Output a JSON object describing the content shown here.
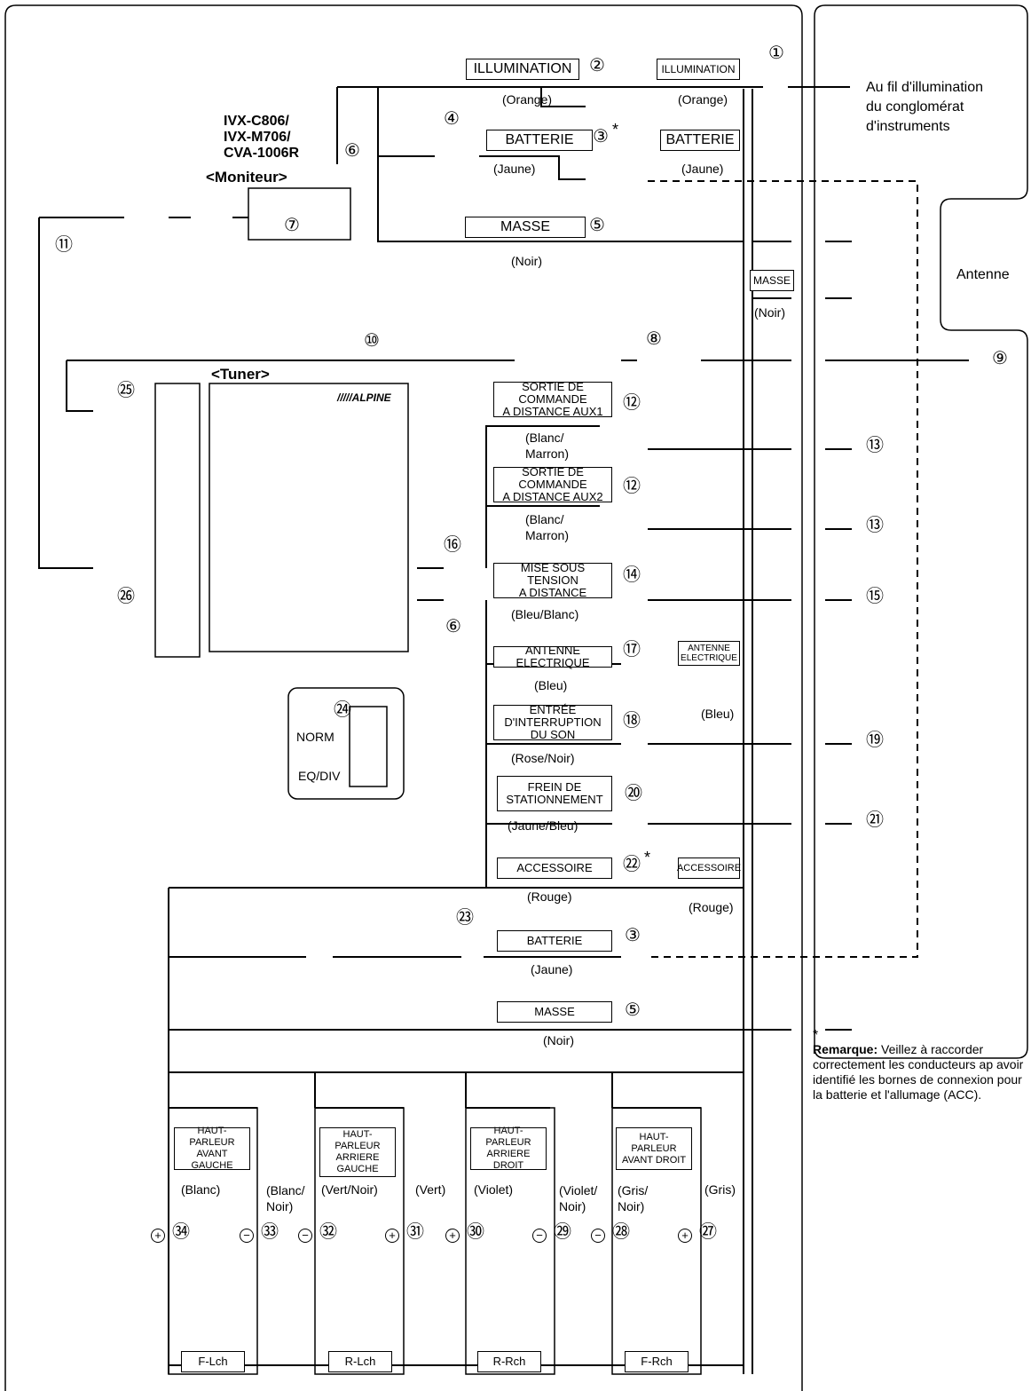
{
  "monitor": {
    "models": "IVX-C806/\nIVX-M706/\nCVA-1006R",
    "label": "<Moniteur>"
  },
  "tuner": {
    "label": "<Tuner>",
    "brand": "/////ALPINE"
  },
  "antenna": {
    "label": "Antenne"
  },
  "illumination_target": "Au fil d'illumination\ndu conglomérat\nd'instruments",
  "labels": {
    "illumination": "ILLUMINATION",
    "batterie": "BATTERIE",
    "masse": "MASSE",
    "aux1": "SORTIE DE COMMANDE\nA DISTANCE AUX1",
    "aux2": "SORTIE DE COMMANDE\nA DISTANCE AUX2",
    "remote_on": "MISE SOUS TENSION\nA DISTANCE",
    "power_antenna": "ANTENNE ELECTRIQUE",
    "power_antenna_car": "ANTENNE\nELECTRIQUE",
    "audio_interrupt": "ENTRÉE D'INTERRUPTION\nDU SON",
    "parking_brake": "FREIN DE\nSTATIONNEMENT",
    "accessoire": "ACCESSOIRE",
    "norm": "NORM",
    "eqdiv": "EQ/DIV"
  },
  "colors": {
    "orange": "(Orange)",
    "jaune": "(Jaune)",
    "noir": "(Noir)",
    "blanc_marron": "(Blanc/\nMarron)",
    "bleu_blanc": "(Bleu/Blanc)",
    "bleu": "(Bleu)",
    "rose_noir": "(Rose/Noir)",
    "jaune_bleu": "(Jaune/Bleu)",
    "rouge": "(Rouge)"
  },
  "numbers": {
    "n1": "①",
    "n2": "②",
    "n3": "③",
    "n4": "④",
    "n5": "⑤",
    "n6": "⑥",
    "n7": "⑦",
    "n8": "⑧",
    "n9": "⑨",
    "n10": "⑩",
    "n11": "⑪",
    "n12": "⑫",
    "n13": "⑬",
    "n14": "⑭",
    "n15": "⑮",
    "n16": "⑯",
    "n17": "⑰",
    "n18": "⑱",
    "n19": "⑲",
    "n20": "⑳",
    "n21": "㉑",
    "n22": "㉒",
    "n23": "㉓",
    "n24": "㉔",
    "n25": "㉕",
    "n26": "㉖",
    "n27": "㉗",
    "n28": "㉘",
    "n29": "㉙",
    "n30": "㉚",
    "n31": "㉛",
    "n32": "㉜",
    "n33": "㉝",
    "n34": "㉞"
  },
  "asterisk": "*",
  "speakers": [
    {
      "label": "HAUT-PARLEUR\nAVANT GAUCHE",
      "plus_color": "(Blanc)",
      "minus_color": "(Blanc/\nNoir)",
      "plus_num": "㉞",
      "minus_num": "㉝",
      "channel": "F-Lch"
    },
    {
      "label": "HAUT-PARLEUR\nARRIERE\nGAUCHE",
      "plus_color": "(Vert)",
      "minus_color": "(Vert/Noir)",
      "plus_num": "㉛",
      "minus_num": "㉜",
      "channel": "R-Lch"
    },
    {
      "label": "HAUT-PARLEUR\nARRIERE DROIT",
      "plus_color": "(Violet)",
      "minus_color": "(Violet/\nNoir)",
      "plus_num": "㉚",
      "minus_num": "㉙",
      "channel": "R-Rch"
    },
    {
      "label": "HAUT-PARLEUR\nAVANT DROIT",
      "plus_color": "(Gris)",
      "minus_color": "(Gris/\nNoir)",
      "plus_num": "㉗",
      "minus_num": "㉘",
      "channel": "F-Rch"
    }
  ],
  "signs": {
    "plus": "+",
    "minus": "−"
  },
  "note": {
    "star": "*",
    "bold": "Remarque:",
    "text": " Veillez à raccorder correctement les conducteurs ap avoir identifié les bornes de connexion pour la batterie et l'allumage (ACC)."
  }
}
